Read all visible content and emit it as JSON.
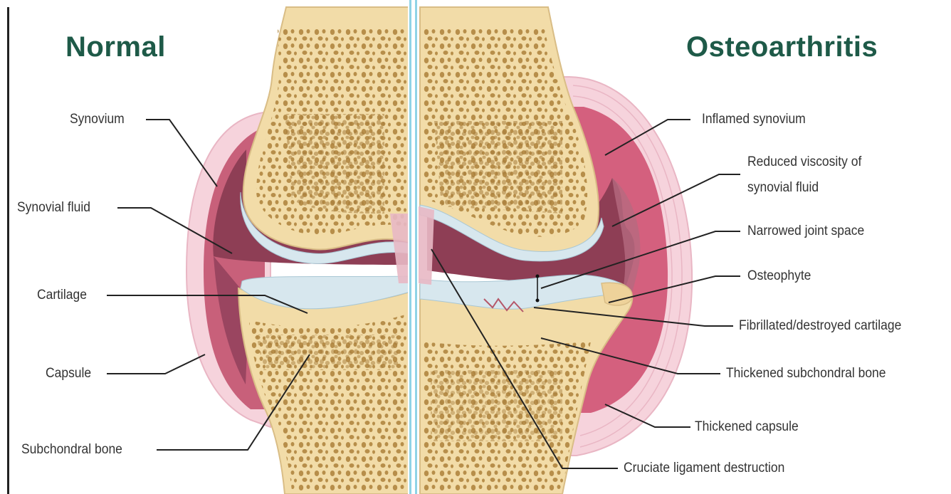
{
  "titles": {
    "normal": "Normal",
    "osteoarthritis": "Osteoarthritis"
  },
  "labels_normal": {
    "synovium": "Synovium",
    "synovial_fluid": "Synovial fluid",
    "cartilage": "Cartilage",
    "capsule": "Capsule",
    "subchondral_bone": "Subchondral bone"
  },
  "labels_oa": {
    "inflamed_synovium": "Inflamed synovium",
    "reduced_viscosity_line1": "Reduced viscosity of",
    "reduced_viscosity_line2": "synovial fluid",
    "narrowed_joint_space": "Narrowed joint space",
    "osteophyte": "Osteophyte",
    "fibrillated_cartilage": "Fibrillated/destroyed cartilage",
    "thickened_subchondral_bone": "Thickened subchondral bone",
    "thickened_capsule": "Thickened capsule",
    "cruciate_ligament_destruction": "Cruciate ligament destruction"
  },
  "colors": {
    "title": "#1e5a48",
    "bone": "#f2dca8",
    "bone_spots": "#b48a45",
    "capsule": "#f6d3dc",
    "synovium_normal": "#c8607a",
    "synovium_inflamed": "#d4607e",
    "fluid": "#8e3e55",
    "cartilage": "#d7e7ee",
    "divider": "#8fd3e6"
  }
}
